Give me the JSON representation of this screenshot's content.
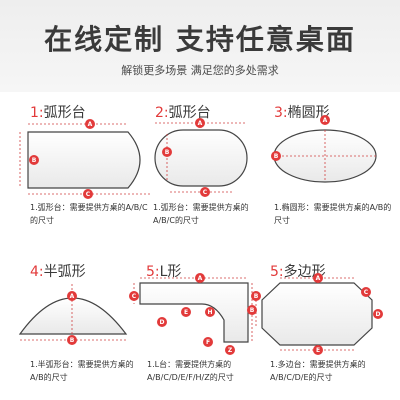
{
  "header": {
    "title": "在线定制 支持任意桌面",
    "subtitle": "解锁更多场景 满足您的多处需求"
  },
  "cards": [
    {
      "num": "1:",
      "name": "弧形台",
      "desc": "1.弧形台：需要提供方桌的A/B/C的尺寸",
      "markers": [
        "A",
        "B",
        "C"
      ]
    },
    {
      "num": "2:",
      "name": "弧形台",
      "desc": "1.弧形台：需要提供方桌的A/B/C的尺寸",
      "markers": [
        "A",
        "B",
        "C"
      ]
    },
    {
      "num": "3:",
      "name": "椭圆形",
      "desc": "1.椭圆形：需要提供方桌的A/B的尺寸",
      "markers": [
        "A",
        "B"
      ]
    },
    {
      "num": "4:",
      "name": "半弧形",
      "desc": "1.半弧形台：需要提供方桌的A/B的尺寸",
      "markers": [
        "A",
        "B"
      ]
    },
    {
      "num": "5:",
      "name": "L形",
      "desc": "1.L台：需要提供方桌的A/B/C/D/E/F/H/Z的尺寸",
      "markers": [
        "A",
        "B",
        "C",
        "D",
        "E",
        "F",
        "H",
        "Z"
      ]
    },
    {
      "num": "5:",
      "name": "多边形",
      "desc": "1.多边台：需要提供方桌的A/B/C/D/E的尺寸",
      "markers": [
        "A",
        "B",
        "C",
        "D",
        "E"
      ]
    }
  ],
  "colors": {
    "accent": "#e23a3a",
    "title": "#3a3a3a"
  }
}
